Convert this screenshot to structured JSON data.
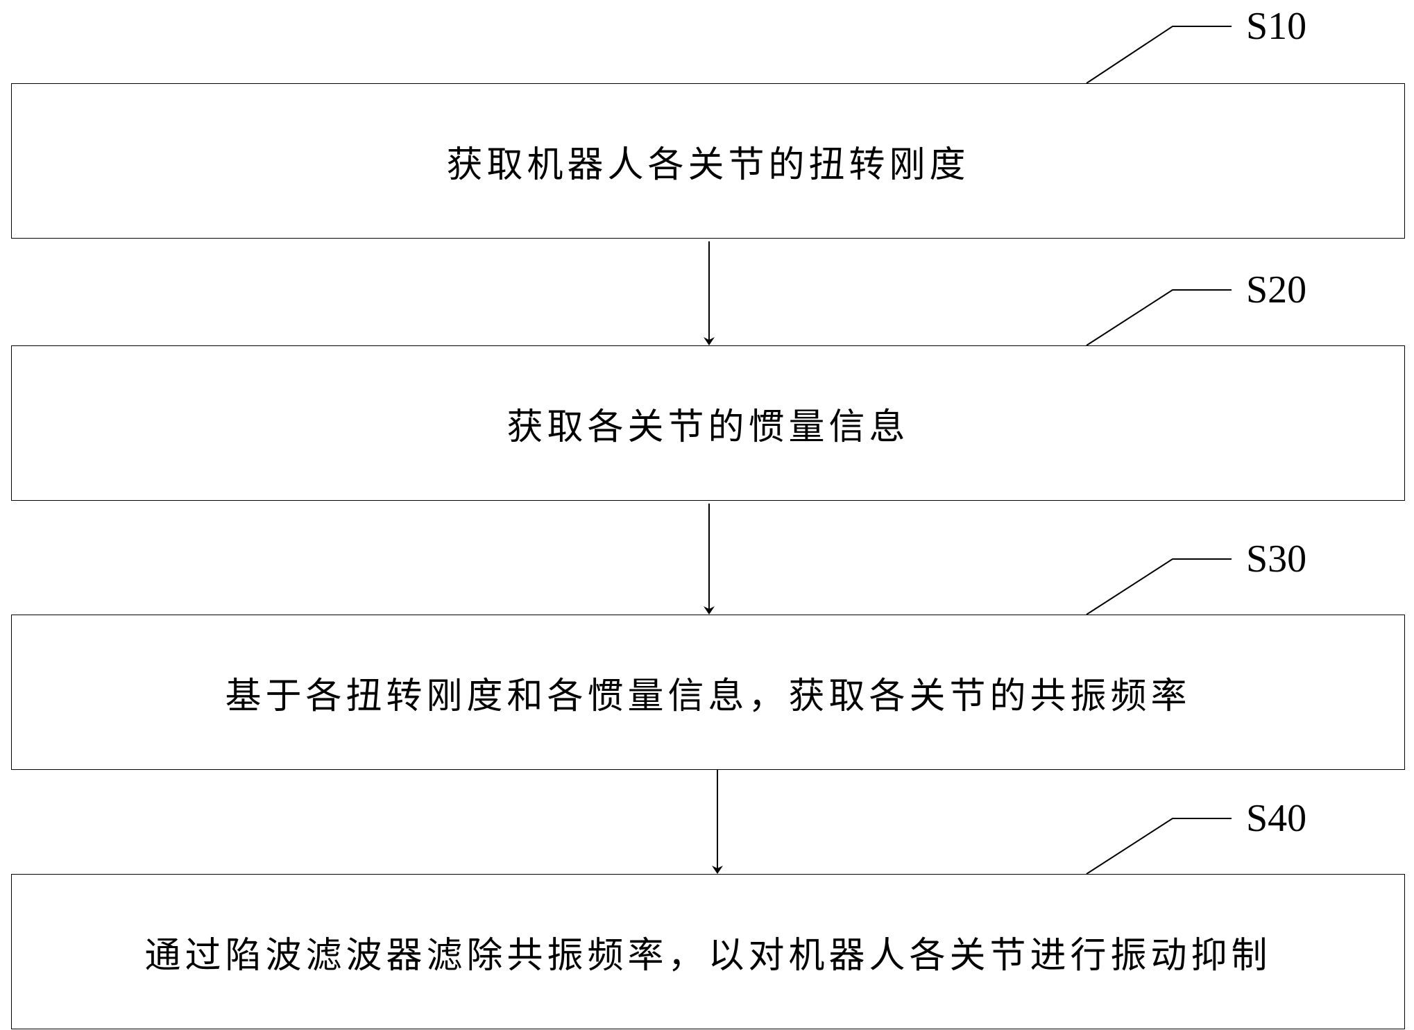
{
  "steps": [
    {
      "label": "S10",
      "text": "获取机器人各关节的扭转刚度"
    },
    {
      "label": "S20",
      "text": "获取各关节的惯量信息"
    },
    {
      "label": "S30",
      "text": "基于各扭转刚度和各惯量信息，获取各关节的共振频率"
    },
    {
      "label": "S40",
      "text": "通过陷波滤波器滤除共振频率，以对机器人各关节进行振动抑制"
    }
  ]
}
